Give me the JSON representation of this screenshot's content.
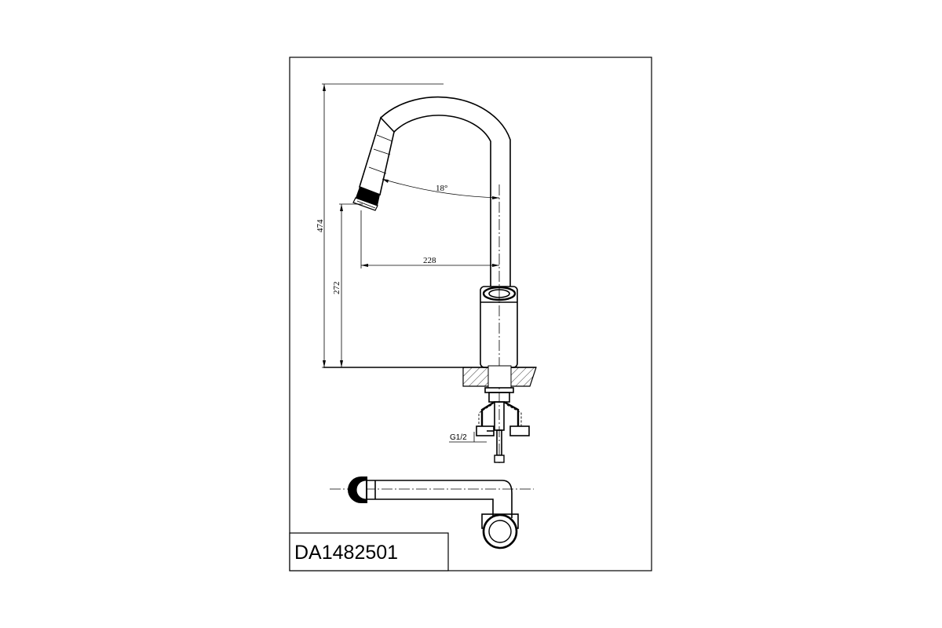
{
  "dimensions": {
    "total_height": "474",
    "spout_height": "272",
    "reach": "228",
    "angle": "18°",
    "thread": "G1/2"
  },
  "title_block": {
    "model_code": "DA1482501"
  },
  "colors": {
    "line": "#000000",
    "background": "#ffffff"
  }
}
